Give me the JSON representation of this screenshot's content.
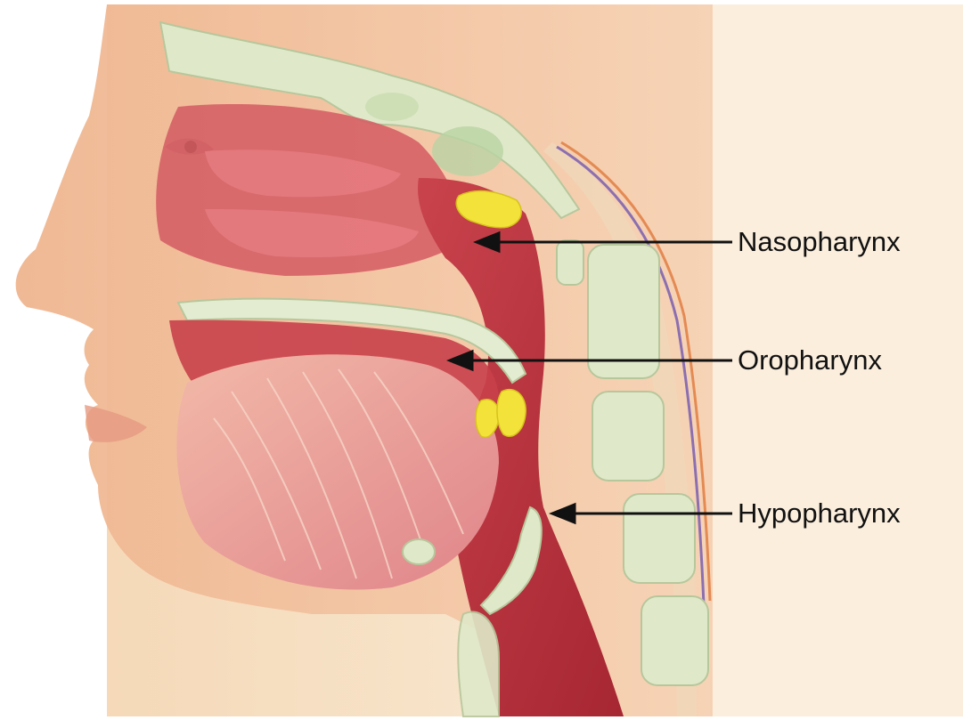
{
  "labels": {
    "nasopharynx": "Nasopharynx",
    "oropharynx": "Oropharynx",
    "hypopharynx": "Hypopharynx"
  },
  "colors": {
    "skin": "#f3c9a6",
    "background_panel": "#f7e3c7",
    "pharynx": "#b8323c",
    "tissue": "#d9616a",
    "bone": "#dbe8c6",
    "adenoid": "#f3e23a",
    "arrow": "#111111"
  }
}
